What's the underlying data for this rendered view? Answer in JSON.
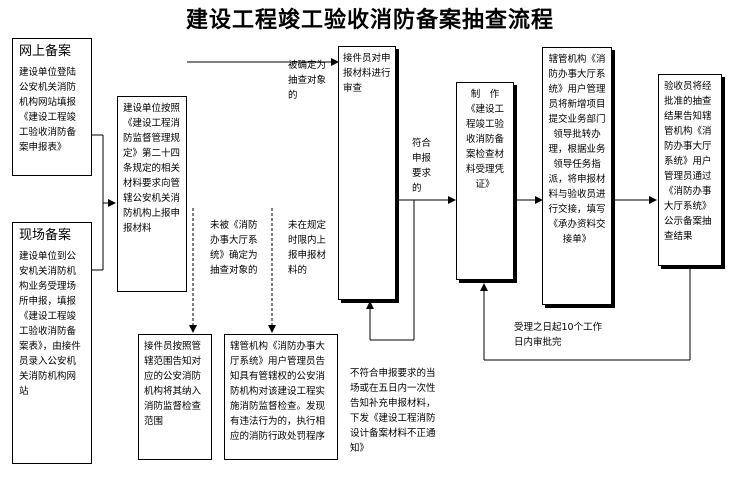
{
  "title": "建设工程竣工验收消防备案抽查流程",
  "boxes": {
    "online": {
      "heading": "网上备案",
      "body": "建设单位登陆公安机关消防机构网站填报《建设工程竣工验收消防备案申报表》"
    },
    "onsite": {
      "heading": "现场备案",
      "body": "建设单位到公安机关消防机构业务受理场所申报，填报《建设工程竣工验收消防备案表》，由接件员录入公安机关消防机构网站"
    },
    "submit": {
      "body": "建设单位按照《建设工程消防监督管理规定》第二十四条规定的相关材料要求向管辖公安机关消防机构上报申报材料"
    },
    "accept": {
      "body": "接件员对申报材料进行审查"
    },
    "voucher": {
      "body": "制　作《建设工程竣工验收消防备案检查材料受理凭证》"
    },
    "assign": {
      "body": "辖管机构《消防办事大厅系统》用户管理员将新增项目提交业务部门领导批转办理，根据业务领导任务指派，将申报材料与验收员进行交接，填写《承办资料交接单》"
    },
    "result": {
      "body": "验收员将经批准的抽查结果告知辖管机构《消防办事大厅系统》用户管理员通过《消防办事大厅系统》公示备案抽查结果"
    },
    "notify_unselected": {
      "body": "接件员按照管辖范围告知对应的公安消防机构将其纳入消防监督检查范围"
    },
    "overdue": {
      "body": "辖管机构《消防办事大厅系统》用户管理员告知具有管辖权的公安消防机构对该建设工程实施消防监督检查。发现有违法行为的，执行相应的消防行政处罚程序"
    }
  },
  "labels": {
    "selected": "被确定为抽查对象的",
    "meets": "符合申报要求的",
    "not_selected": "未被《消防办事大厅系统》确定为抽查对象的",
    "not_reported": "未在规定时限内上报申报材料的",
    "not_meet": "不符合申报要求的当场或在五日内一次性告知补充申报材料，下发《建设工程消防设计备案材料不正通知》",
    "ten_days": "受理之日起10个工作日内审批完"
  }
}
